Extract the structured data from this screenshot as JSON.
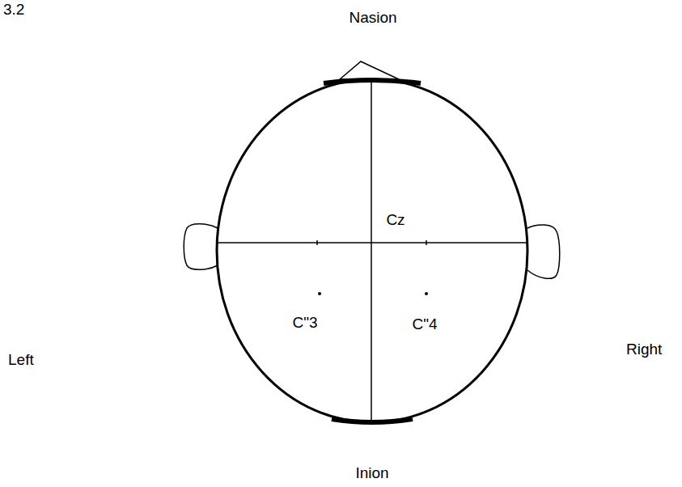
{
  "diagram": {
    "labels": [
      "3.2",
      "Nasion",
      "Cz",
      "C\"3",
      "C\"4",
      "Left",
      "Right",
      "Inion"
    ]
  }
}
